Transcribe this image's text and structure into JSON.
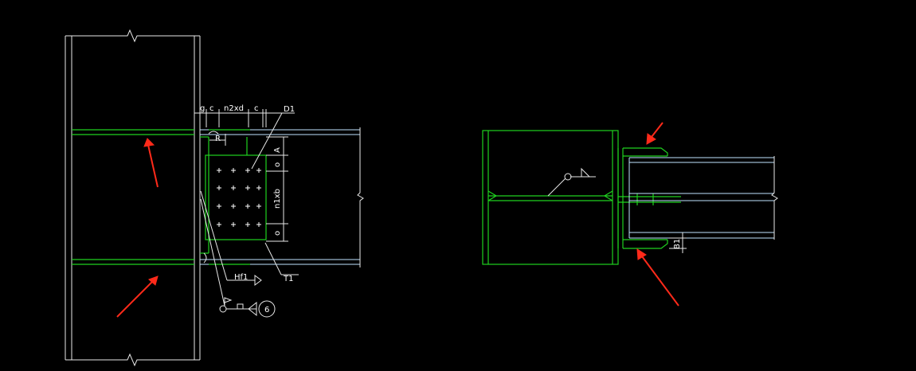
{
  "colors": {
    "background": "#000000",
    "structure": "#1fd11f",
    "lines": "#e8e8e8",
    "beam": "#bfe3ff",
    "arrow": "#ff2a1a"
  },
  "labels": {
    "g": "g",
    "c_left": "c",
    "n2xd": "n2xd",
    "c_right": "c",
    "d1": "D1",
    "r": "R",
    "a": "A",
    "o_top": "o",
    "n1xb": "n1xb",
    "o_bottom": "o",
    "hf1": "Hf1",
    "t1": "T1",
    "bubble": "6",
    "b1": "B1"
  }
}
